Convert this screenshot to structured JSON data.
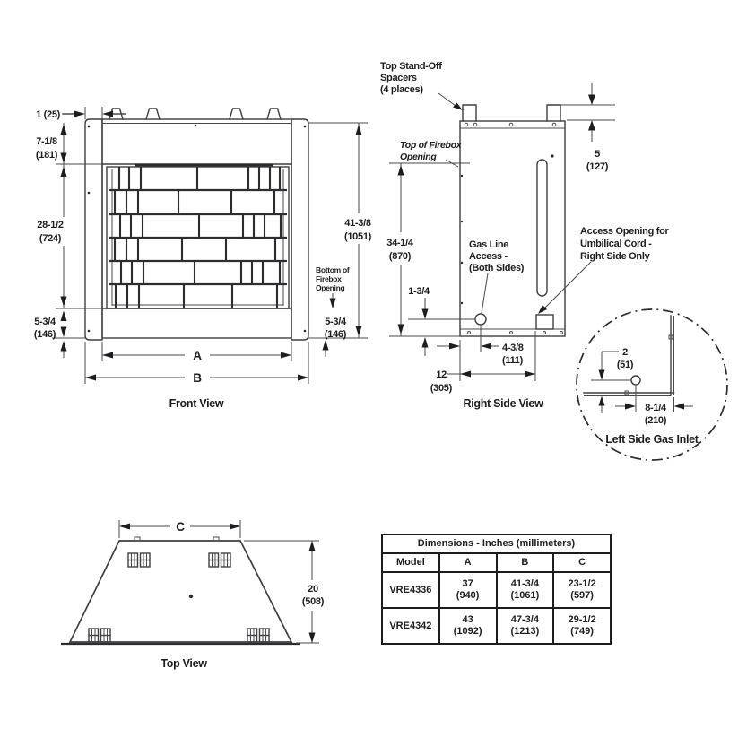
{
  "colors": {
    "line": "#3e3e40",
    "text": "#1d1d1f",
    "background": "#ffffff"
  },
  "front_view": {
    "caption": "Front View",
    "dim_flange": "1 (25)",
    "dim_top_panel": [
      "7-1/8",
      "(181)"
    ],
    "dim_opening_h": [
      "28-1/2",
      "(724)"
    ],
    "dim_bottom_left": [
      "5-3/4",
      "(146)"
    ],
    "dim_total_h": [
      "41-3/8",
      "(1051)"
    ],
    "note_bottom_firebox": [
      "Bottom of",
      "Firebox",
      "Opening"
    ],
    "dim_bottom_right": [
      "5-3/4",
      "(146)"
    ],
    "dim_a": "A",
    "dim_b": "B"
  },
  "right_side_view": {
    "caption": "Right Side View",
    "note_spacers": [
      "Top Stand-Off",
      "Spacers",
      "(4 places)"
    ],
    "note_top_firebox": [
      "Top of Firebox",
      "Opening"
    ],
    "dim_spacer": [
      "5",
      "(127)"
    ],
    "dim_firebox_h": [
      "34-1/4",
      "(870)"
    ],
    "note_gas": [
      "Gas Line",
      "Access -",
      "(Both Sides)"
    ],
    "note_access": [
      "Access Opening for",
      "Umbilical Cord -",
      "Right Side Only"
    ],
    "dim_gas_up": "1-3/4",
    "dim_gas_x": [
      "4-3/8",
      "(111)"
    ],
    "dim_depth": [
      "12",
      "(305)"
    ]
  },
  "gas_inlet_detail": {
    "caption": "Left Side Gas Inlet",
    "dim_down": [
      "2",
      "(51)"
    ],
    "dim_right": [
      "8-1/4",
      "(210)"
    ]
  },
  "top_view": {
    "caption": "Top View",
    "dim_c": "C",
    "dim_depth": [
      "20",
      "(508)"
    ]
  },
  "dim_table": {
    "title": "Dimensions - Inches (millimeters)",
    "columns": [
      "Model",
      "A",
      "B",
      "C"
    ],
    "rows": [
      {
        "model": "VRE4336",
        "a": [
          "37",
          "(940)"
        ],
        "b": [
          "41-3/4",
          "(1061)"
        ],
        "c": [
          "23-1/2",
          "(597)"
        ]
      },
      {
        "model": "VRE4342",
        "a": [
          "43",
          "(1092)"
        ],
        "b": [
          "47-3/4",
          "(1213)"
        ],
        "c": [
          "29-1/2",
          "(749)"
        ]
      }
    ]
  }
}
